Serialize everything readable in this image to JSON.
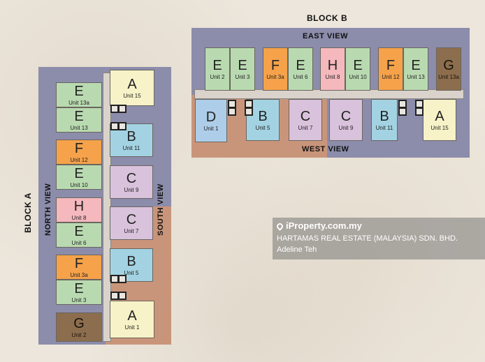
{
  "block_b": {
    "label": "BLOCK B",
    "top_view": "EAST VIEW",
    "bottom_view": "WEST VIEW",
    "top_units": [
      {
        "type": "E",
        "name": "Unit 2",
        "color": "#b9dab0"
      },
      {
        "type": "E",
        "name": "Unit 3",
        "color": "#b9dab0"
      },
      {
        "type": "F",
        "name": "Unit 3a",
        "color": "#f5a24a"
      },
      {
        "type": "E",
        "name": "Unit 6",
        "color": "#b9dab0"
      },
      {
        "type": "H",
        "name": "Unit 8",
        "color": "#f4b8bd"
      },
      {
        "type": "E",
        "name": "Unit 10",
        "color": "#b9dab0"
      },
      {
        "type": "F",
        "name": "Unit 12",
        "color": "#f5a24a"
      },
      {
        "type": "E",
        "name": "Unit 13",
        "color": "#b9dab0"
      },
      {
        "type": "G",
        "name": "Unit 13a",
        "color": "#8c6e4e"
      }
    ],
    "bottom_units": [
      {
        "type": "D",
        "name": "Unit 1",
        "color": "#aecde9"
      },
      {
        "type": "B",
        "name": "Unit 5",
        "color": "#a3d3e2"
      },
      {
        "type": "C",
        "name": "Unit 7",
        "color": "#d9c2dc"
      },
      {
        "type": "C",
        "name": "Unit 9",
        "color": "#d9c2dc"
      },
      {
        "type": "B",
        "name": "Unit 11",
        "color": "#a3d3e2"
      },
      {
        "type": "A",
        "name": "Unit 15",
        "color": "#f7f2c7"
      }
    ]
  },
  "block_a": {
    "label": "BLOCK A",
    "left_view": "NORTH VIEW",
    "right_view": "SOUTH VIEW",
    "left_units": [
      {
        "type": "E",
        "name": "Unit 13a",
        "color": "#b9dab0"
      },
      {
        "type": "E",
        "name": "Unit 13",
        "color": "#b9dab0"
      },
      {
        "type": "F",
        "name": "Unit 12",
        "color": "#f5a24a"
      },
      {
        "type": "E",
        "name": "Unit 10",
        "color": "#b9dab0"
      },
      {
        "type": "H",
        "name": "Unit 8",
        "color": "#f4b8bd"
      },
      {
        "type": "E",
        "name": "Unit 6",
        "color": "#b9dab0"
      },
      {
        "type": "F",
        "name": "Unit 3a",
        "color": "#f5a24a"
      },
      {
        "type": "E",
        "name": "Unit 3",
        "color": "#b9dab0"
      },
      {
        "type": "G",
        "name": "Unit 2",
        "color": "#8c6e4e"
      }
    ],
    "right_units": [
      {
        "type": "A",
        "name": "Unit 15",
        "color": "#f7f2c7"
      },
      {
        "type": "B",
        "name": "Unit 11",
        "color": "#a3d3e2"
      },
      {
        "type": "C",
        "name": "Unit 9",
        "color": "#d9c2dc"
      },
      {
        "type": "C",
        "name": "Unit 7",
        "color": "#d9c2dc"
      },
      {
        "type": "B",
        "name": "Unit 5",
        "color": "#a3d3e2"
      },
      {
        "type": "A",
        "name": "Unit 1",
        "color": "#f7f2c7"
      }
    ]
  },
  "zone_colors": {
    "view_a": "#8c8cab",
    "view_b": "#c9957a"
  },
  "watermark": {
    "logo": "iProperty.com.my",
    "company": "HARTAMAS REAL ESTATE (MALAYSIA) SDN. BHD.",
    "agent": "Adeline Teh"
  }
}
